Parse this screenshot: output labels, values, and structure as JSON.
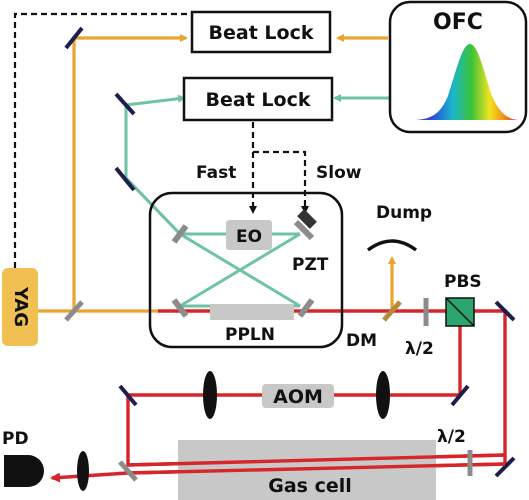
{
  "labels": {
    "beat_lock_top": "Beat Lock",
    "beat_lock_mid": "Beat Lock",
    "ofc": "OFC",
    "fast": "Fast",
    "slow": "Slow",
    "eo": "EO",
    "pzt": "PZT",
    "dump": "Dump",
    "yag": "YAG",
    "ppln": "PPLN",
    "dm": "DM",
    "half_wave_1": "λ/2",
    "pbs": "PBS",
    "aom": "AOM",
    "pd": "PD",
    "half_wave_2": "λ/2",
    "gas_cell": "Gas cell"
  },
  "colors": {
    "orange_beam": "#E8A530",
    "green_beam": "#6FC2A4",
    "red_beam": "#D7262A",
    "yag_box": "#F0C152",
    "pbs_fill": "#2DA56E",
    "mirror": "#1B1F4A",
    "optic_gray": "#8C8C8C",
    "component_gray": "#C8C8C8"
  }
}
